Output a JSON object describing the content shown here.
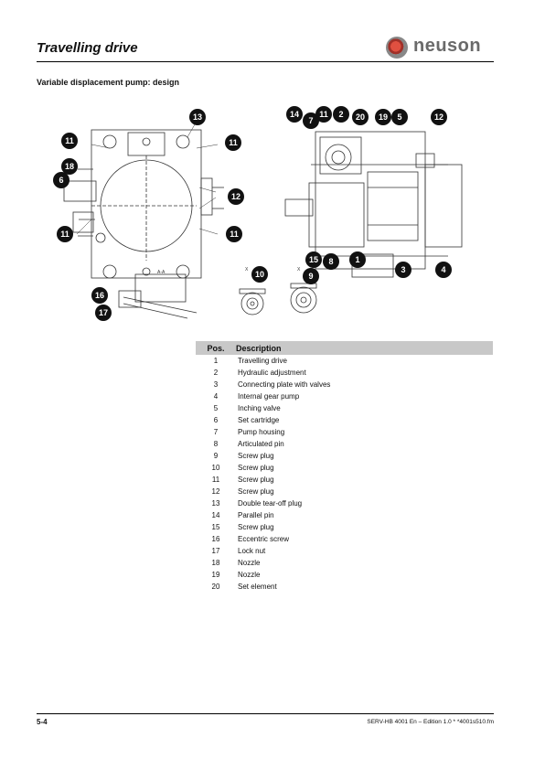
{
  "header": {
    "title": "Travelling drive",
    "logo_text": "neuson"
  },
  "subtitle": "Variable displacement pump: design",
  "figure": {
    "callouts": [
      "13",
      "11",
      "11",
      "18",
      "6",
      "12",
      "11",
      "11",
      "16",
      "17",
      "14",
      "7",
      "11",
      "2",
      "20",
      "19",
      "5",
      "12",
      "15",
      "8",
      "1",
      "3",
      "4",
      "10",
      "9"
    ],
    "small_labels": {
      "section_a": "A-A",
      "x_left": "X",
      "x_right": "X"
    }
  },
  "table": {
    "headers": {
      "pos": "Pos.",
      "description": "Description"
    },
    "rows": [
      {
        "pos": "1",
        "description": "Travelling drive"
      },
      {
        "pos": "2",
        "description": "Hydraulic adjustment"
      },
      {
        "pos": "3",
        "description": "Connecting plate with valves"
      },
      {
        "pos": "4",
        "description": "Internal gear pump"
      },
      {
        "pos": "5",
        "description": "Inching valve"
      },
      {
        "pos": "6",
        "description": "Set cartridge"
      },
      {
        "pos": "7",
        "description": "Pump housing"
      },
      {
        "pos": "8",
        "description": "Articulated pin"
      },
      {
        "pos": "9",
        "description": "Screw plug"
      },
      {
        "pos": "10",
        "description": "Screw plug"
      },
      {
        "pos": "11",
        "description": "Screw plug"
      },
      {
        "pos": "12",
        "description": "Screw plug"
      },
      {
        "pos": "13",
        "description": "Double tear-off plug"
      },
      {
        "pos": "14",
        "description": "Parallel pin"
      },
      {
        "pos": "15",
        "description": "Screw plug"
      },
      {
        "pos": "16",
        "description": "Eccentric screw"
      },
      {
        "pos": "17",
        "description": "Lock nut"
      },
      {
        "pos": "18",
        "description": "Nozzle"
      },
      {
        "pos": "19",
        "description": "Nozzle"
      },
      {
        "pos": "20",
        "description": "Set element"
      }
    ]
  },
  "footer": {
    "page": "5-4",
    "doc": "SERV-HB 4001 En – Edition 1.0 * *4001s510.fm"
  }
}
